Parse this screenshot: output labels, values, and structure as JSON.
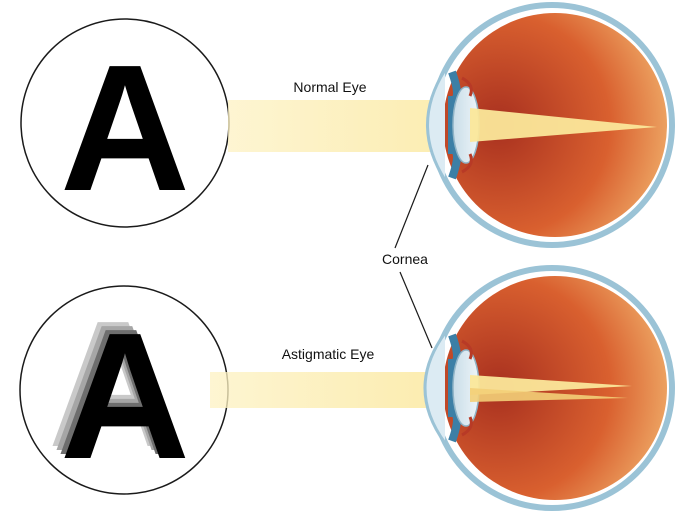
{
  "labels": {
    "normal_eye": "Normal Eye",
    "cornea": "Cornea",
    "astigmatic_eye": "Astigmatic Eye"
  },
  "chart_letters": {
    "top": "A",
    "bottom": "A"
  },
  "colors": {
    "eye_inner_dark": "#b83a26",
    "eye_inner_light": "#f5c27a",
    "sclera": "#ffffff",
    "sclera_edge": "#9bc3d6",
    "iris_blue": "#3c7fa6",
    "lens": "#dcebf3",
    "light_beam": "#fbe79a",
    "outline": "#1a1a1a"
  }
}
